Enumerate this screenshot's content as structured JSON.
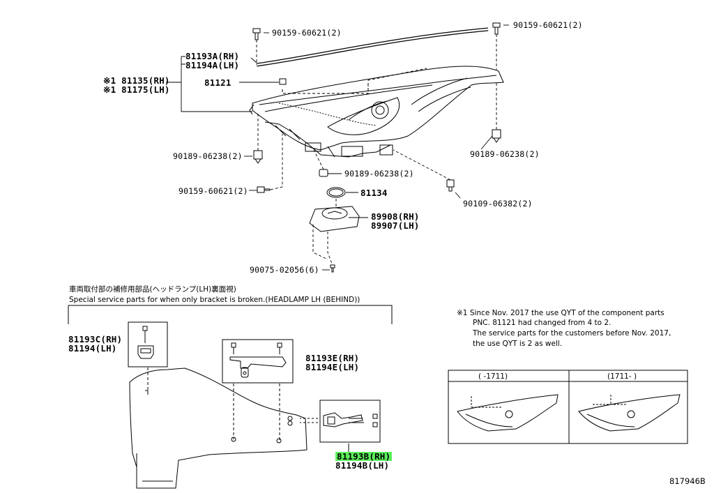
{
  "callouts": {
    "screw_top_left": "90159-60621(2)",
    "screw_top_right": "90159-60621(2)",
    "seal_rh": "81193A(RH)",
    "seal_lh": "81194A(LH)",
    "unit_rh": "※1 81135(RH)",
    "unit_lh": "※1 81175(LH)",
    "cap": "81121",
    "grommet_left": "90189-06238(2)",
    "grommet_right": "90189-06238(2)",
    "grommet_center": "90189-06238(2)",
    "screw_lower_left": "90159-60621(2)",
    "oring": "81134",
    "screw_right": "90109-06382(2)",
    "computer_rh": "89908(RH)",
    "computer_lh": "89907(LH)",
    "small_screw": "90075-02056(6)",
    "bracket_c_rh": "81193C(RH)",
    "bracket_c_lh": "81194(LH)",
    "bracket_e_rh": "81193E(RH)",
    "bracket_e_lh": "81194E(LH)",
    "bracket_b_rh": "81193B(RH)",
    "bracket_b_lh": "81194B(LH)"
  },
  "service_section": {
    "title_jp": "車両取付部の補修用部品(ヘッドランプ(LH)裏面視)",
    "title_en": "Special service parts for when only bracket is broken.(HEADLAMP LH (BEHIND))"
  },
  "note": {
    "line1": "※1 Since Nov. 2017 the use QYT of the component parts",
    "line2": "PNC. 81121 had changed from 4 to 2.",
    "line3": "The service parts for the customers before Nov. 2017,",
    "line4": "the use QYT is 2 as well."
  },
  "compare_table": {
    "col_left": "(     -1711)",
    "col_right": "(1711-     )"
  },
  "diagram_id": "817946B",
  "colors": {
    "highlight": "#5cf05c",
    "line": "#000000"
  }
}
